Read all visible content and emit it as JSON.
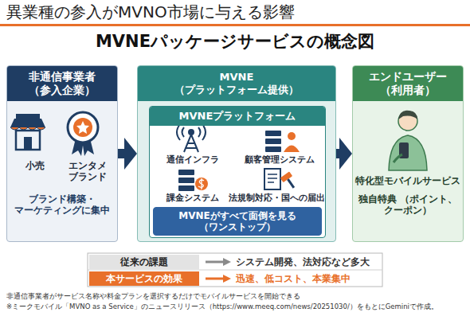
{
  "diagram": {
    "title": "MVNEパッケージサービスの概念図",
    "nodes": [
      {
        "text": [
          "非通信事業者 （参入企業）",
          "小売",
          "エンタメ ブランド",
          "ブランド構築・ マーケティングに集中"
        ]
      },
      {
        "text": [
          "MVNE （プラットフォーム提供）"
        ]
      },
      {
        "text": [
          "MVNEプラットフォーム",
          "通信インフラ",
          "顧客管理システム",
          "課金システム",
          "法規制対応・国への届出"
        ],
        "in": 1
      },
      {
        "text": [
          "MVNEがすべて面倒を見る （ワンストップ）"
        ],
        "in": 2
      },
      {
        "text": [
          "エンドユーザー （利用者）",
          "特化型モバイルサービス",
          "独自特典 （ポイント、クーポン）"
        ]
      }
    ],
    "edges": [
      {
        "from": 0,
        "to": 1,
        "arrow": "to"
      },
      {
        "from": 1,
        "to": 4,
        "arrow": "to"
      }
    ],
    "labels": [
      "異業種の参入がMVNO市場に与える影響",
      "従来の課題",
      "システム開発、法対応など多大",
      "本サービスの効果",
      "迅速、低コスト、本業集中",
      "非通信事業者がサービス名称や料金プランを選択するだけでモバイルサービスを開始できる",
      "※ミークモバイル「MVNO as a Service」のニュースリリース（https://www.meeq.com/news/20251030/）をもとにGeminiで作成。"
    ]
  }
}
